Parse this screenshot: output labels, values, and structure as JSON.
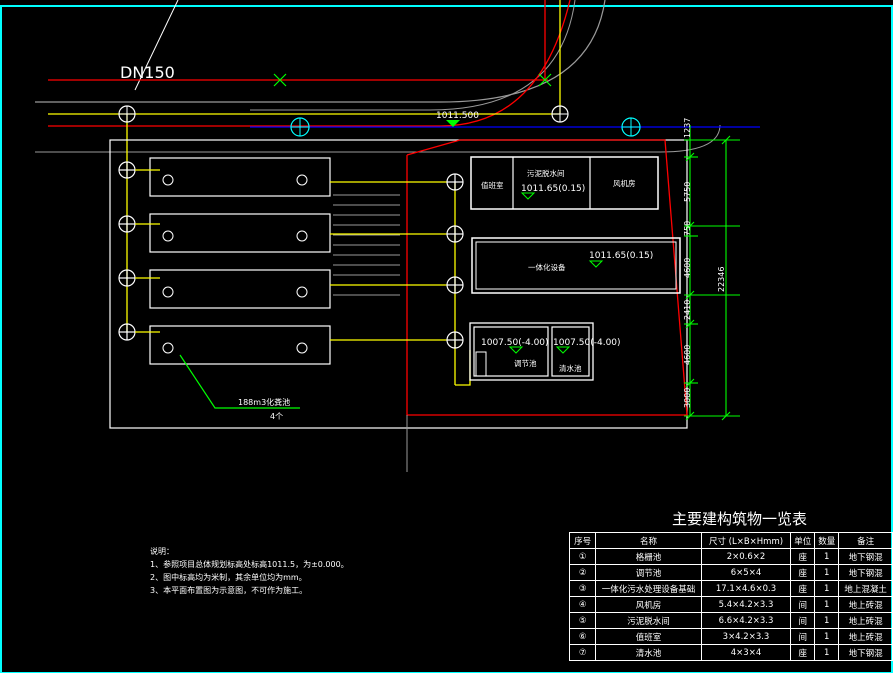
{
  "drawing": {
    "pipe_label": "DN150",
    "elev_top": "1011.500",
    "room_1": "值班室",
    "room_2": "污泥脱水间",
    "room_2_elev": "1011.65(0.15)",
    "room_3": "风机房",
    "equip_label": "一体化设备",
    "equip_elev": "1011.65(0.15)",
    "pool_1_elev": "1007.50(-4.00)",
    "pool_1": "调节池",
    "pool_2_elev": "1007.50(-4.00)",
    "pool_2": "清水池",
    "tank_label_1": "188m3化粪池",
    "tank_label_2": "4个",
    "dims": [
      "1237",
      "5750",
      "750",
      "4600",
      "2410",
      "4600",
      "3000"
    ],
    "dim_total": "22346"
  },
  "notes": {
    "title": "说明：",
    "lines": [
      "1、参照项目总体规划标高处标高1011.5，为±0.000。",
      "2、图中标高均为米制，其余单位均为mm。",
      "3、本平面布置图为示意图，不可作为施工。"
    ]
  },
  "table": {
    "title": "主要建构筑物一览表",
    "headers": [
      "序号",
      "名称",
      "尺寸 (L×B×Hmm)",
      "单位",
      "数量",
      "备注"
    ],
    "rows": [
      [
        "①",
        "格栅池",
        "2×0.6×2",
        "座",
        "1",
        "地下钢混"
      ],
      [
        "②",
        "调节池",
        "6×5×4",
        "座",
        "1",
        "地下钢混"
      ],
      [
        "③",
        "一体化污水处理设备基础",
        "17.1×4.6×0.3",
        "座",
        "1",
        "地上混凝土"
      ],
      [
        "④",
        "风机房",
        "5.4×4.2×3.3",
        "间",
        "1",
        "地上砖混"
      ],
      [
        "⑤",
        "污泥脱水间",
        "6.6×4.2×3.3",
        "间",
        "1",
        "地上砖混"
      ],
      [
        "⑥",
        "值班室",
        "3×4.2×3.3",
        "间",
        "1",
        "地上砖混"
      ],
      [
        "⑦",
        "清水池",
        "4×3×4",
        "座",
        "1",
        "地下钢混"
      ]
    ]
  },
  "colors": {
    "background": "#000000",
    "frame": "#00ffff",
    "red": "#ff0000",
    "yellow": "#ffff00",
    "green": "#00ff00",
    "blue": "#0000ff",
    "grey": "#9a9a9a",
    "white": "#ffffff"
  }
}
